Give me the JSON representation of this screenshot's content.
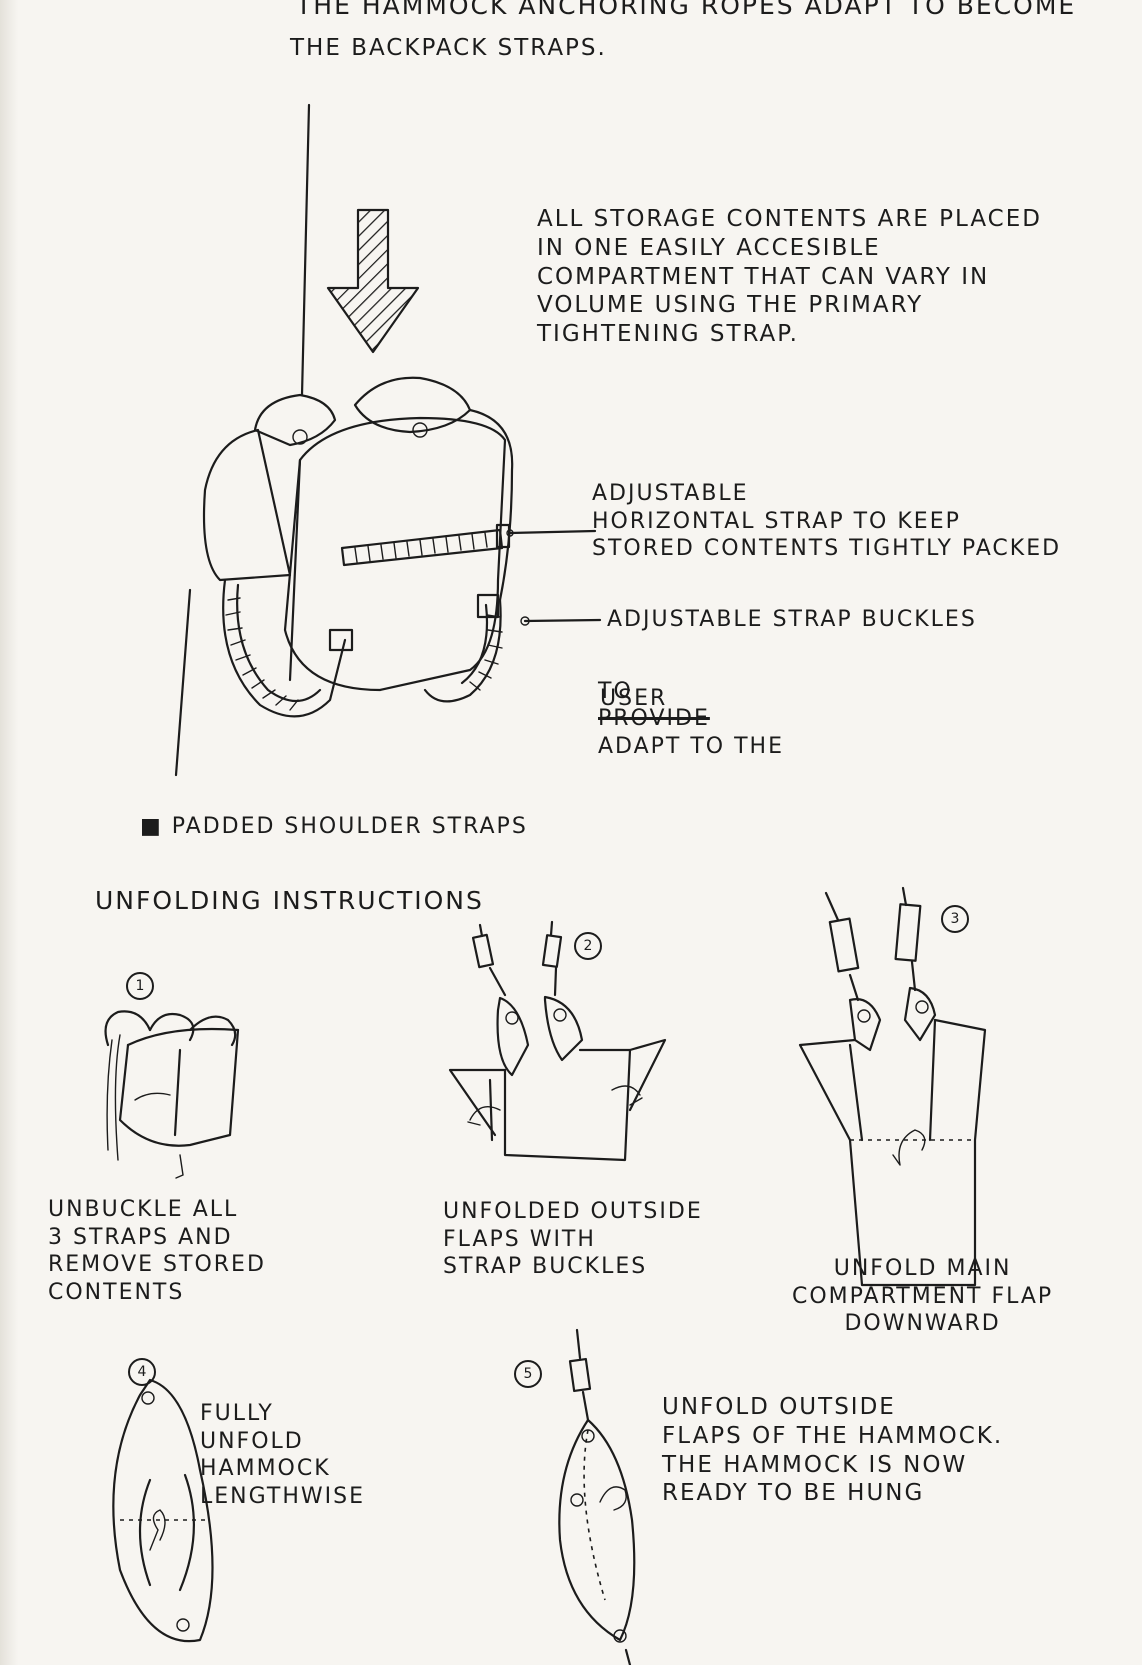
{
  "header": {
    "line1": "THE HAMMOCK ANCHORING ROPES ADAPT TO BECOME",
    "line2": "THE BACKPACK STRAPS."
  },
  "callouts": {
    "storage": "ALL STORAGE CONTENTS ARE PLACED\nIN ONE EASILY ACCESIBLE\nCOMPARTMENT THAT CAN VARY IN\nVOLUME USING THE PRIMARY\nTIGHTENING STRAP.",
    "horizontal_strap": "ADJUSTABLE\nHORIZONTAL STRAP TO KEEP\nSTORED CONTENTS TIGHTLY PACKED",
    "buckles_line1": "ADJUSTABLE STRAP BUCKLES",
    "buckles_to": "TO",
    "buckles_struck": "PROVIDE",
    "buckles_rest": "ADAPT TO THE",
    "buckles_line3": "USER",
    "shoulder": "PADDED SHOULDER STRAPS"
  },
  "instructions": {
    "heading": "UNFOLDING INSTRUCTIONS",
    "steps": [
      {
        "number": "1",
        "text": "UNBUCKLE ALL\n3 STRAPS AND\nREMOVE STORED\nCONTENTS"
      },
      {
        "number": "2",
        "text": "UNFOLDED OUTSIDE\nFLAPS WITH\nSTRAP BUCKLES"
      },
      {
        "number": "3",
        "text": "UNFOLD MAIN\nCOMPARTMENT FLAP\nDOWNWARD"
      },
      {
        "number": "4",
        "text": "FULLY\nUNFOLD\nHAMMOCK\nLENGTHWISE"
      },
      {
        "number": "5",
        "text": "UNFOLD OUTSIDE\nFLAPS OF THE HAMMOCK.\nTHE HAMMOCK IS NOW\nREADY TO BE HUNG"
      }
    ]
  }
}
